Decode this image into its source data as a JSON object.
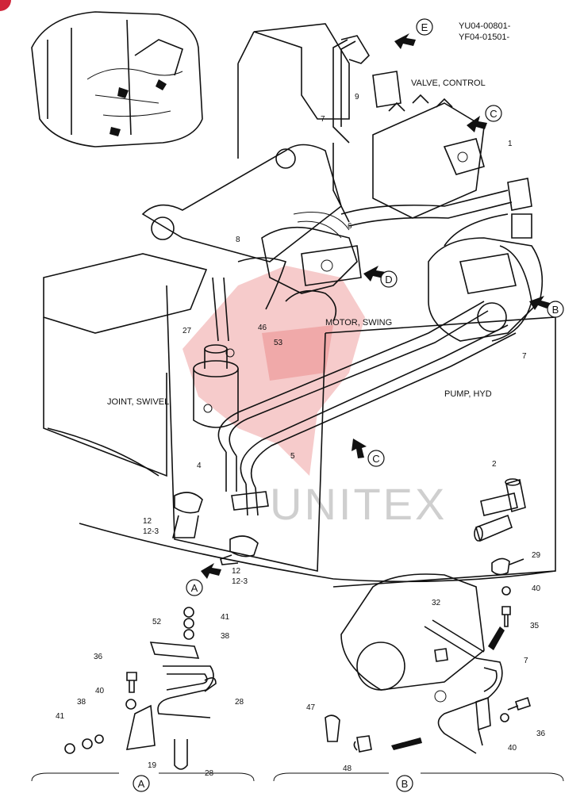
{
  "header": {
    "serial_1": "YU04-00801-",
    "serial_2": "YF04-01501-"
  },
  "watermark": {
    "text": "UNITEX"
  },
  "components": {
    "valve_control": "VALVE, CONTROL",
    "motor_swing": "MOTOR, SWING",
    "joint_swivel": "JOINT, SWIVEL",
    "pump_hyd": "PUMP, HYD"
  },
  "view_markers": {
    "a": "A",
    "b": "B",
    "c": "C",
    "d": "D",
    "e": "E"
  },
  "part_numbers": {
    "p1": "1",
    "p2": "2",
    "p4": "4",
    "p5": "5",
    "p6": "6",
    "p7_a": "7",
    "p7_b": "7",
    "p7_c": "7",
    "p8": "8",
    "p9": "9",
    "p12_a": "12",
    "p12_3_a": "12-3",
    "p12_b": "12",
    "p12_3_b": "12-3",
    "p19": "19",
    "p27": "27",
    "p28_a": "28",
    "p28_b": "28",
    "p29": "29",
    "p32": "32",
    "p35": "35",
    "p36_a": "36",
    "p36_b": "36",
    "p38_a": "38",
    "p38_b": "38",
    "p40_a": "40",
    "p40_b": "40",
    "p40_c": "40",
    "p41_a": "41",
    "p41_b": "41",
    "p46": "46",
    "p47": "47",
    "p48": "48",
    "p52": "52",
    "p53": "53"
  },
  "detail_labels": {
    "detail_a": "A",
    "detail_b": "B"
  },
  "colors": {
    "line": "#111111",
    "watermark": "#e56b6b",
    "background": "#ffffff"
  }
}
